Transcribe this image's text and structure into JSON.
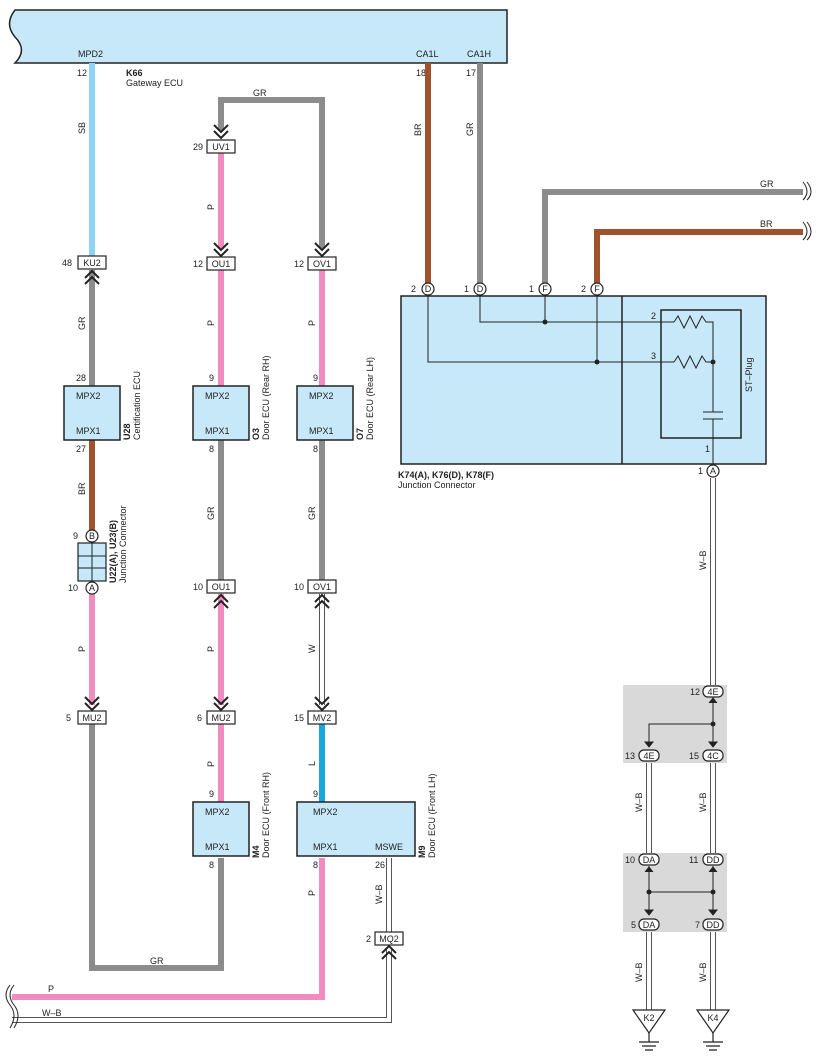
{
  "colors": {
    "SB": "#8fd3f4",
    "GR": "#8c8c8c",
    "BR": "#a0522d",
    "P": "#f08cbf",
    "L": "#1aa7e0",
    "W": "#ffffff",
    "W-B": "#ffffff",
    "ecu_fill": "#c6e8f8",
    "shade": "#d9d9d9"
  },
  "gateway": {
    "code": "K66",
    "name": "Gateway ECU",
    "pins": [
      {
        "name": "MPD2",
        "num": "12"
      },
      {
        "name": "CA1L",
        "num": "18"
      },
      {
        "name": "CA1H",
        "num": "17"
      }
    ]
  },
  "components": [
    {
      "id": "u28",
      "code": "U28",
      "name": "Certification ECU",
      "top": "MPX2",
      "bottom": "MPX1",
      "pin_top": "28",
      "pin_bottom": "27"
    },
    {
      "id": "o3",
      "code": "O3",
      "name": "Door ECU (Rear RH)",
      "top": "MPX2",
      "bottom": "MPX1",
      "pin_top": "9",
      "pin_bottom": "8"
    },
    {
      "id": "o7",
      "code": "O7",
      "name": "Door ECU (Rear LH)",
      "top": "MPX2",
      "bottom": "MPX1",
      "pin_top": "9",
      "pin_bottom": "8"
    },
    {
      "id": "m4",
      "code": "M4",
      "name": "Door ECU (Front RH)",
      "top": "MPX2",
      "bottom": "MPX1",
      "pin_top": "9",
      "pin_bottom": "8"
    },
    {
      "id": "m9",
      "code": "M9",
      "name": "Door ECU (Front LH)",
      "top": "MPX2",
      "bottom": "MPX1",
      "extra": "MSWE",
      "pin_top": "9",
      "pin_bottom": "8",
      "pin_extra": "26"
    }
  ],
  "junction_u22": {
    "code": "U22(A), U23(B)",
    "name": "Junction Connector",
    "pin_b": "9",
    "pin_a": "10",
    "letter_b": "B",
    "letter_a": "A"
  },
  "junction_k74": {
    "code": "K74(A), K76(D), K78(F)",
    "name": "Junction Connector",
    "st_plug": "ST–Plug",
    "terminals": [
      {
        "num": "2",
        "letter": "D"
      },
      {
        "num": "1",
        "letter": "D"
      },
      {
        "num": "1",
        "letter": "F"
      },
      {
        "num": "2",
        "letter": "F"
      }
    ],
    "inner_pins": [
      "2",
      "3",
      "1"
    ],
    "out_pin": {
      "num": "1",
      "letter": "A"
    }
  },
  "connectors": [
    {
      "label": "KU2",
      "pin": "48"
    },
    {
      "label": "UV1",
      "pin": "29"
    },
    {
      "label": "OU1",
      "pin": "12"
    },
    {
      "label": "OV1",
      "pin": "12"
    },
    {
      "label": "OU1",
      "pin": "10"
    },
    {
      "label": "OV1",
      "pin": "10"
    },
    {
      "label": "MU2",
      "pin": "5"
    },
    {
      "label": "MU2",
      "pin": "6"
    },
    {
      "label": "MV2",
      "pin": "15"
    },
    {
      "label": "MQ2",
      "pin": "2"
    }
  ],
  "junction_blocks": [
    {
      "label": "4E",
      "pin": "12"
    },
    {
      "label": "4E",
      "pin": "13"
    },
    {
      "label": "4C",
      "pin": "15"
    },
    {
      "label": "DA",
      "pin": "10"
    },
    {
      "label": "DD",
      "pin": "11"
    },
    {
      "label": "DA",
      "pin": "5"
    },
    {
      "label": "DD",
      "pin": "7"
    }
  ],
  "grounds": [
    "K2",
    "K4"
  ],
  "wire_labels": {
    "sb": "SB",
    "gr": "GR",
    "br": "BR",
    "p": "P",
    "w": "W",
    "l": "L",
    "wb": "W–B"
  }
}
